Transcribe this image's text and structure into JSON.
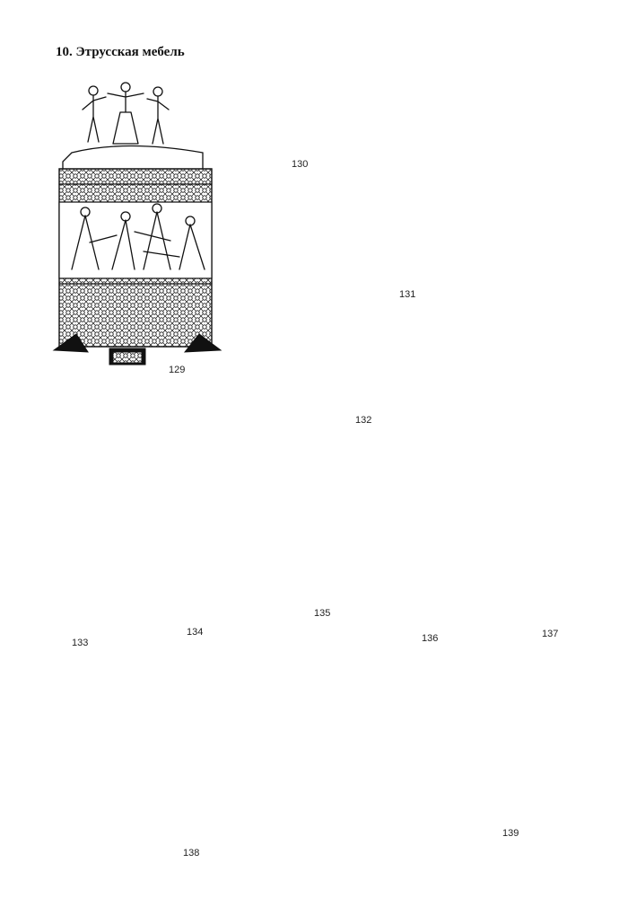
{
  "page": {
    "title": "10. Этрусская мебель"
  },
  "figures": [
    {
      "id": "129",
      "label": "129"
    },
    {
      "id": "130",
      "label": "130"
    },
    {
      "id": "131",
      "label": "131"
    },
    {
      "id": "132",
      "label": "132"
    },
    {
      "id": "133",
      "label": "133"
    },
    {
      "id": "134",
      "label": "134"
    },
    {
      "id": "135",
      "label": "135"
    },
    {
      "id": "136",
      "label": "136"
    },
    {
      "id": "137",
      "label": "137"
    },
    {
      "id": "138",
      "label": "138"
    },
    {
      "id": "139",
      "label": "139"
    }
  ]
}
